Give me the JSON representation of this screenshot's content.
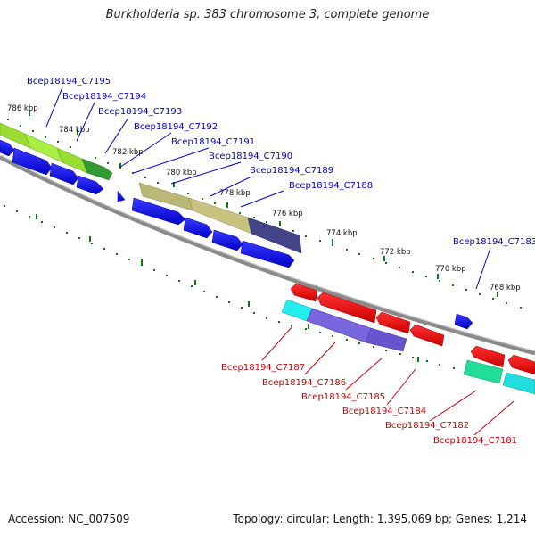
{
  "title": "Burkholderia sp. 383 chromosome 3, complete genome",
  "accession": "Accession: NC_007509",
  "summary": "Topology: circular; Length: 1,395,069 bp; Genes: 1,214",
  "colors": {
    "forward_label": "#0000cc",
    "reverse_label": "#cc0000",
    "backbone": "#888888",
    "tick": "#117711"
  },
  "scale_labels": [
    "786 kbp",
    "784 kbp",
    "782 kbp",
    "780 kbp",
    "778 kbp",
    "776 kbp",
    "774 kbp",
    "772 kbp",
    "770 kbp",
    "768 kbp"
  ],
  "forward_genes": [
    "Bcep18194_C7195",
    "Bcep18194_C7194",
    "Bcep18194_C7193",
    "Bcep18194_C7192",
    "Bcep18194_C7191",
    "Bcep18194_C7190",
    "Bcep18194_C7189",
    "Bcep18194_C7188",
    "Bcep18194_C7183"
  ],
  "reverse_genes": [
    "Bcep18194_C7187",
    "Bcep18194_C7186",
    "Bcep18194_C7185",
    "Bcep18194_C7184",
    "Bcep18194_C7182",
    "Bcep18194_C7181"
  ]
}
